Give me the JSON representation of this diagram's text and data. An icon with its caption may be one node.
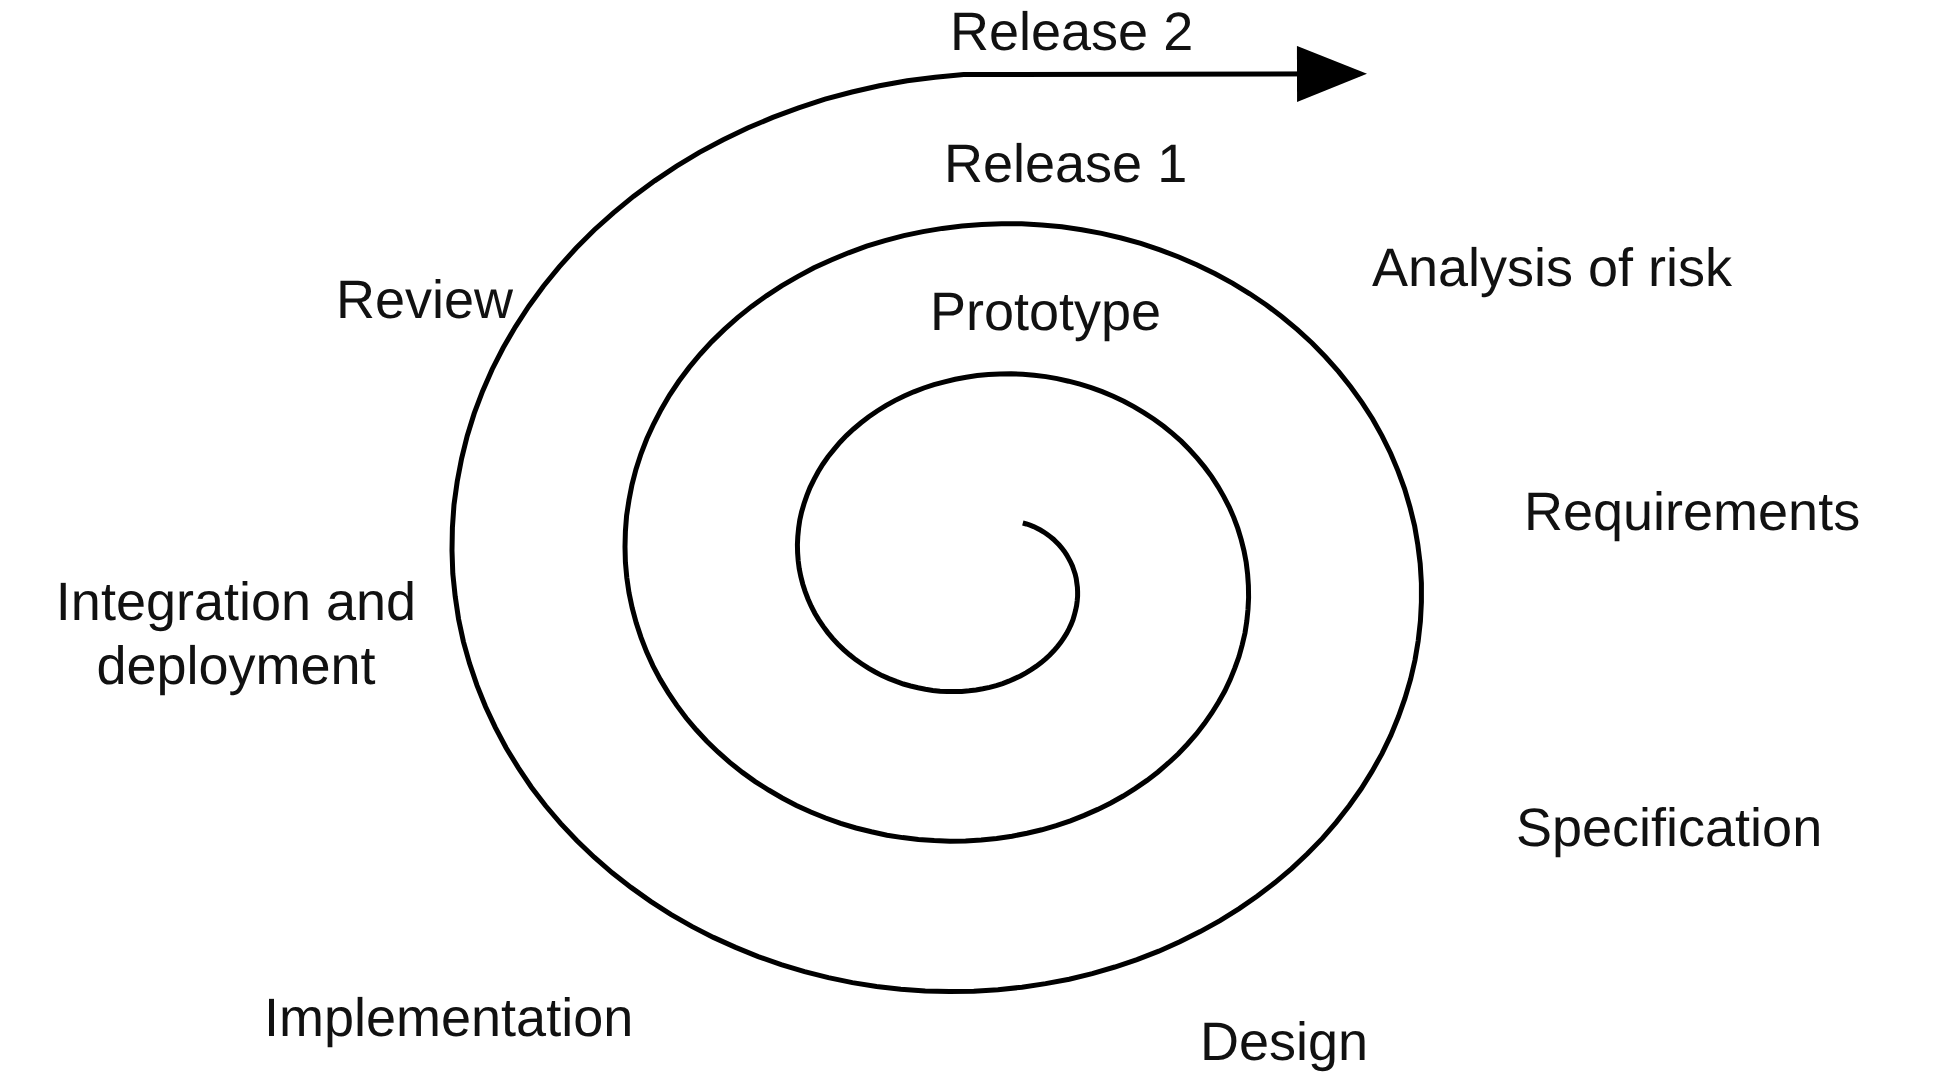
{
  "diagram": {
    "labels": [
      "Release 2",
      "Release 1",
      "Review",
      "Analysis of risk",
      "Prototype",
      "Requirements",
      "Integration and deployment",
      "Specification",
      "Implementation",
      "Design"
    ]
  }
}
